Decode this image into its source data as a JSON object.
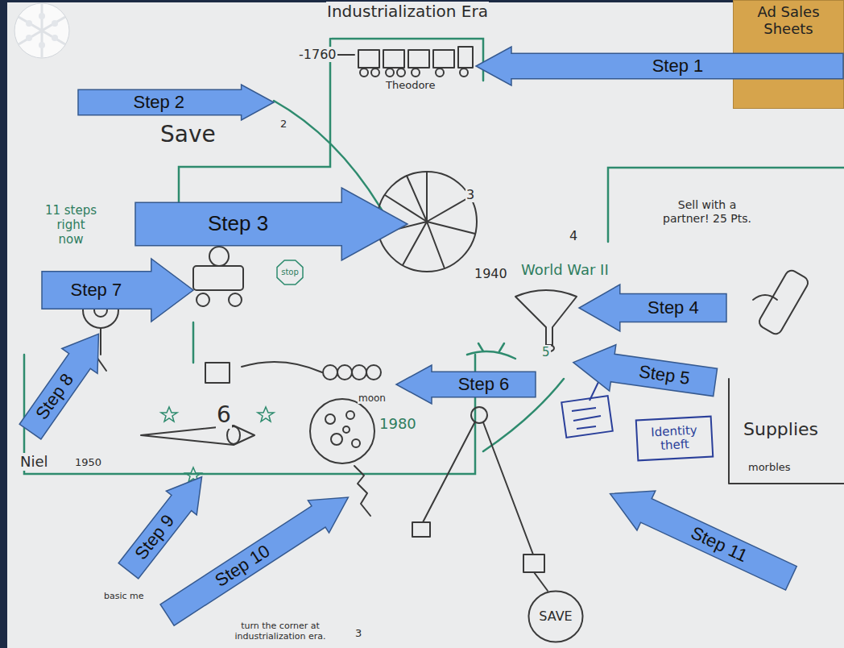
{
  "diagram": {
    "nodes": [
      {
        "text": [
          "Ad Sales Sheets"
        ]
      },
      {
        "text": [
          "Step 1"
        ]
      },
      {
        "text": [
          "Step 2"
        ]
      },
      {
        "text": [
          "Step 3"
        ]
      },
      {
        "text": [
          "stop"
        ]
      },
      {
        "text": [
          "Step 7"
        ]
      },
      {
        "text": [
          "Step 4"
        ]
      },
      {
        "text": [
          "Step 8"
        ]
      },
      {
        "text": [
          "Step 5"
        ]
      },
      {
        "text": [
          "Step 6"
        ]
      },
      {
        "text": [
          "Identity theft"
        ]
      },
      {
        "text": [
          "Step 9"
        ]
      },
      {
        "text": [
          "Step 10"
        ]
      },
      {
        "text": [
          "Step 11"
        ]
      },
      {
        "text": [
          "SAVE"
        ]
      }
    ],
    "labels": [
      "Industrialization Era",
      "-1760",
      "Theodore",
      "Save",
      "2",
      "3",
      "4",
      "1940",
      "World War II",
      "Sell with a partner! 25 Pts.",
      "11 steps right now",
      "5",
      "moon",
      "1980",
      "6",
      "Niel",
      "1950",
      "basic me",
      "turn the corner at industrialization era.",
      "3",
      "Supplies",
      "morbles"
    ]
  }
}
